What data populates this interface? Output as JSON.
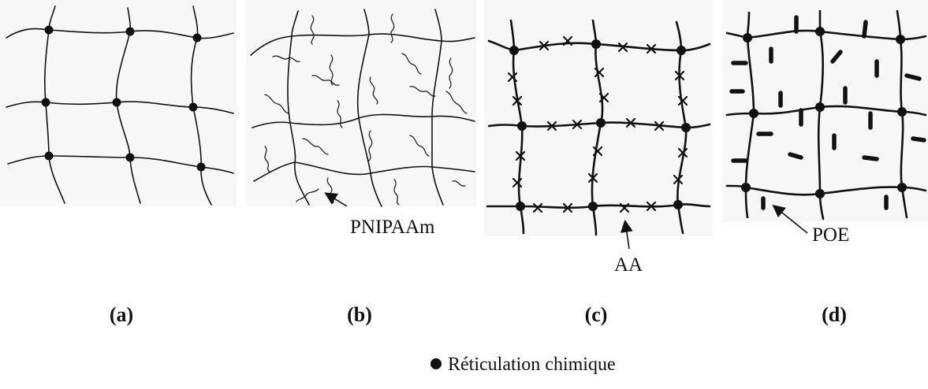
{
  "panels": [
    {
      "label": "(a)",
      "annotation": ""
    },
    {
      "label": "(b)",
      "annotation": "PNIPAAm"
    },
    {
      "label": "(c)",
      "annotation": "AA"
    },
    {
      "label": "(d)",
      "annotation": "POE"
    }
  ],
  "legend": {
    "text": "Réticulation chimique",
    "marker_color": "#111111"
  },
  "colors": {
    "ink": "#111111",
    "background": "#ffffff"
  }
}
